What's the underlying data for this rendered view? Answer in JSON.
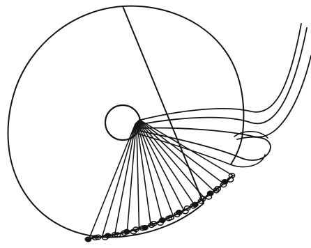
{
  "figure": {
    "kind": "line drawing",
    "colors": {
      "ink": "#141414",
      "paper": "#ffffff"
    },
    "parts": [
      "outer-disc",
      "center-hub",
      "thread-fan",
      "beaded-edge",
      "loose-strands"
    ],
    "thread_count": 14
  }
}
